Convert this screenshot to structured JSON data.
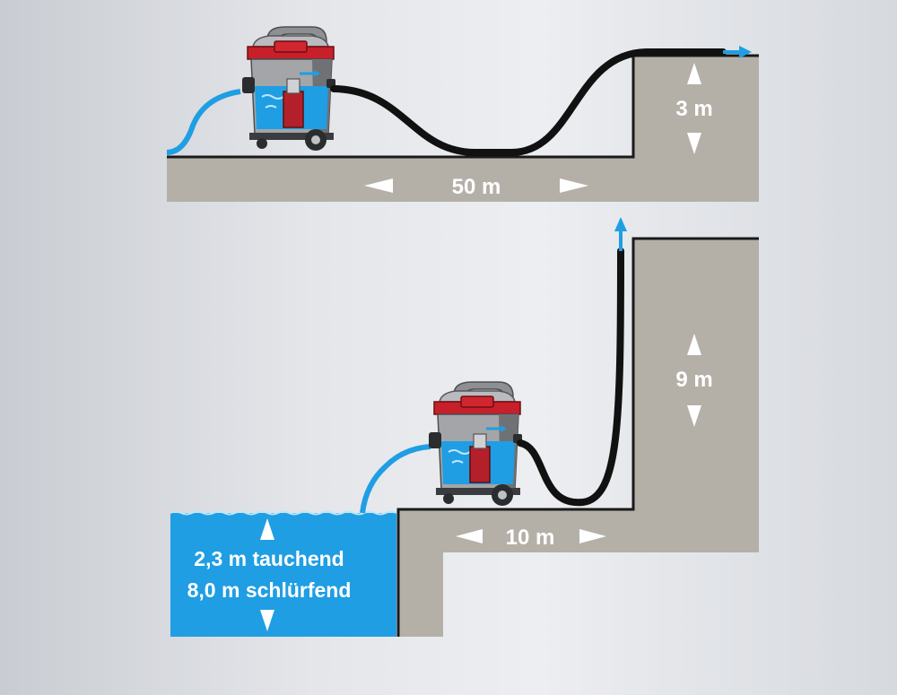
{
  "scene_top": {
    "horizontal_distance": "50 m",
    "vertical_height": "3 m"
  },
  "scene_bottom": {
    "horizontal_distance": "10 m",
    "vertical_height": "9 m",
    "depth_line_1": "2,3 m tauchend",
    "depth_line_2": "8,0 m schlürfend"
  },
  "colors": {
    "ground": "#b4b0a8",
    "water": "#1c9be0",
    "hose": "#111111",
    "pump_red": "#c8202a",
    "pump_body": "#9a9a9a"
  }
}
